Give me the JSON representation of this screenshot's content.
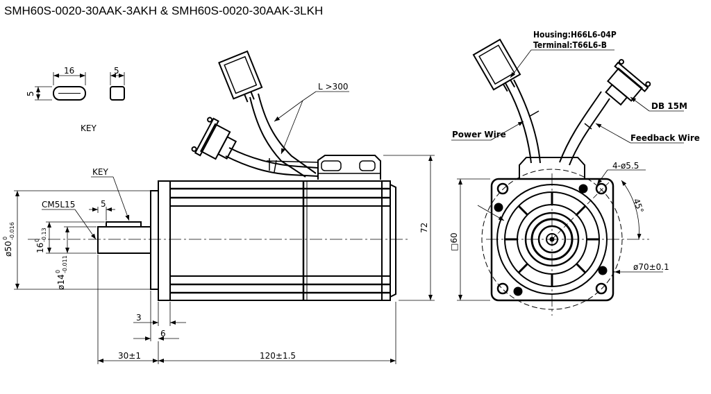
{
  "title": "SMH60S-0020-30AAK-3AKH & SMH60S-0020-30AAK-3LKH",
  "key_detail": {
    "label": "KEY",
    "length": "16",
    "height": "5",
    "width": "5"
  },
  "side_view": {
    "key_label": "KEY",
    "thread": "CM5L15",
    "thread_depth": "5",
    "cable_length": "L >300",
    "flange_dia": "ø50",
    "flange_dia_tol_top": "0",
    "flange_dia_tol_bottom": "-0.016",
    "key_height": "16",
    "key_height_tol_top": "0",
    "key_height_tol_bottom": "-0.13",
    "shaft_dia": "ø14",
    "shaft_dia_tol_top": "0",
    "shaft_dia_tol_bottom": "-0.011",
    "height_overall": "72",
    "flange_thickness": "3",
    "spigot": "6",
    "shaft_length": "30±1",
    "body_length": "120±1.5"
  },
  "front_view": {
    "housing": "Housing:H66L6-04P",
    "terminal": "Terminal:T66L6-B",
    "db_connector": "DB 15M",
    "power_wire": "Power Wire",
    "feedback_wire": "Feedback Wire",
    "holes": "4-ø5.5",
    "angle": "45°",
    "square": "□60",
    "pcd": "ø70±0.1"
  }
}
